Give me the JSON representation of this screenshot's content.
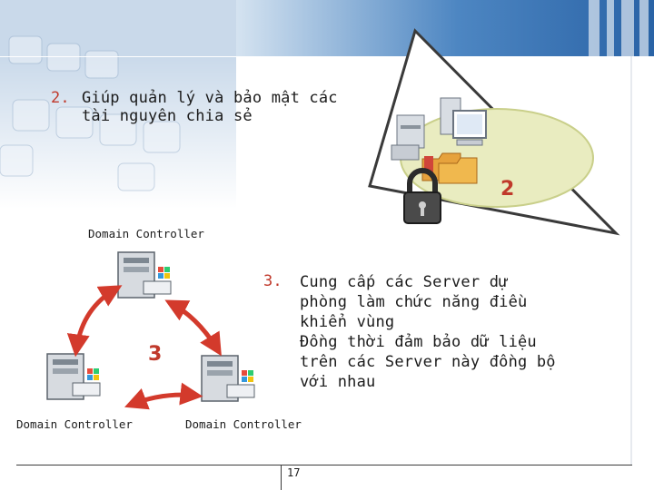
{
  "item2": {
    "number": "2.",
    "lines": [
      "Giúp quản lý và bảo mật các",
      "tài nguyên chia sẻ"
    ],
    "badge": "2"
  },
  "item3": {
    "number": "3.",
    "lines": [
      "Cung cấp các Server dự",
      "phòng làm chức năng điều",
      "khiển vùng",
      "Đồng thời đảm bảo dữ liệu",
      "trên các Server này đồng bộ",
      "với nhau"
    ],
    "badge": "3"
  },
  "domain_controllers": [
    "Domain Controller",
    "Domain Controller",
    "Domain Controller"
  ],
  "page_number": "17",
  "colors": {
    "accent_red": "#c0392b",
    "blue_band": "#3b78b8",
    "arrow_red": "#d33a2c"
  }
}
